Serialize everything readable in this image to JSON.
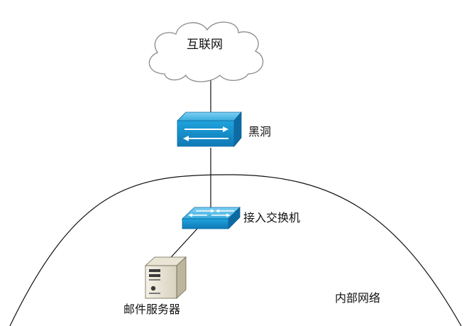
{
  "nodes": {
    "internet": {
      "label": "互联网"
    },
    "router": {
      "label": "黑洞"
    },
    "switch": {
      "label": "接入交换机"
    },
    "server": {
      "label": "邮件服务器"
    },
    "internal_network": {
      "label": "内部网络"
    }
  },
  "colors": {
    "device_blue": "#1a9ad6",
    "device_blue_dark": "#0d6aa3",
    "line": "#111111"
  },
  "icons": {
    "internet": "cloud-icon",
    "router": "router-icon",
    "switch": "switch-icon",
    "server": "server-icon"
  }
}
